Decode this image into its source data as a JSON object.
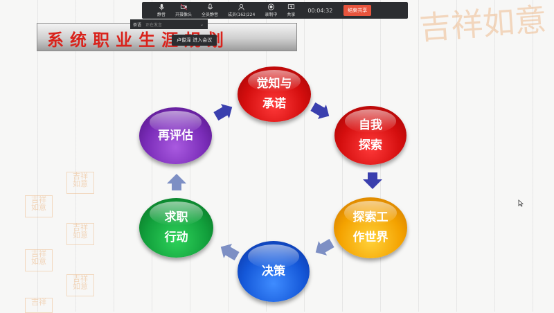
{
  "meeting_toolbar": {
    "items": [
      {
        "label": "静音",
        "icon": "microphone-icon"
      },
      {
        "label": "开摄像头",
        "icon": "camera-icon"
      },
      {
        "label": "全员静音",
        "icon": "mute-all-icon"
      },
      {
        "label": "成员(162/224",
        "icon": "members-icon"
      },
      {
        "label": "录制中",
        "icon": "record-icon"
      },
      {
        "label": "共享",
        "icon": "share-icon"
      }
    ],
    "timer": "00:04:32",
    "end_button": "结束共享"
  },
  "speaker_bar": {
    "name": "茶语",
    "status": "正在发言"
  },
  "toast": "卢俊泽 进入会议",
  "slide": {
    "title": "系统职业生涯规划",
    "nodes": {
      "top": "觉知与\n承诺",
      "right_top": "自我\n探索",
      "right_bottom": "探索工\n作世界",
      "bottom": "决策",
      "left_bottom": "求职\n行动",
      "left_top": "再评估"
    }
  },
  "watermark": "吉祥如意",
  "colors": {
    "toolbar_bg": "#2b2d30",
    "end_button": "#e8553d",
    "title_red": "#d9221b",
    "arrow_blue": "#3a3fae",
    "arrow_gray": "#7d8fc4"
  }
}
